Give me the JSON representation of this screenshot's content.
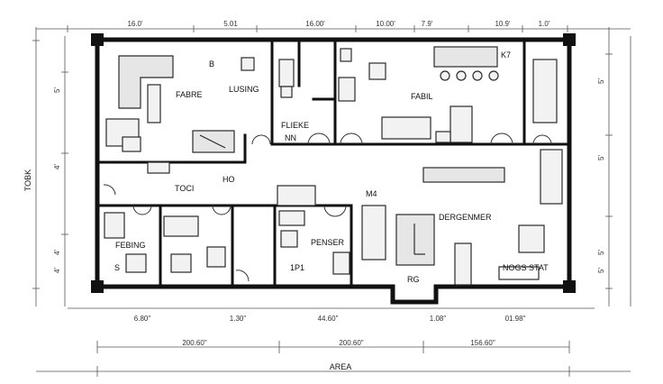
{
  "colors": {
    "wall": "#111111",
    "line": "#555555",
    "fixture": "#2a2a2a",
    "fill": "#e6e6e6",
    "paper": "#ffffff"
  },
  "top_dimensions": [
    "16.0'",
    "5.01",
    "16.00'",
    "10.00'",
    "7.9'",
    "10.9'",
    "1.0'"
  ],
  "left_dimensions": [
    "TOBK"
  ],
  "side_marks_left": [
    "5'",
    "4'",
    "4'",
    "4'"
  ],
  "side_marks_right": [
    "5'",
    "5'",
    "5'",
    "5'"
  ],
  "room_labels": {
    "fabre": "FABRE",
    "lusing": "LUSING",
    "fabil": "FABIL",
    "flieke": "FLIEKE",
    "nn": "NN",
    "b": "B",
    "k7": "K7",
    "toci": "TOCI",
    "ho": "HO",
    "m4": "M4",
    "febing": "FEBING",
    "s": "S",
    "penser": "PENSER",
    "p1": "1P1",
    "degenmer": "DERGENMER",
    "rg": "RG",
    "sign": "NOGS STAT"
  },
  "bottom_dimensions_row1": [
    "6.80\"",
    "1.30\"",
    "44.60\"",
    "1.08\"",
    "01.98\""
  ],
  "bottom_dimensions_row2": [
    "200.60\"",
    "200.60\"",
    "156.60\""
  ],
  "footer_label": "AREA"
}
